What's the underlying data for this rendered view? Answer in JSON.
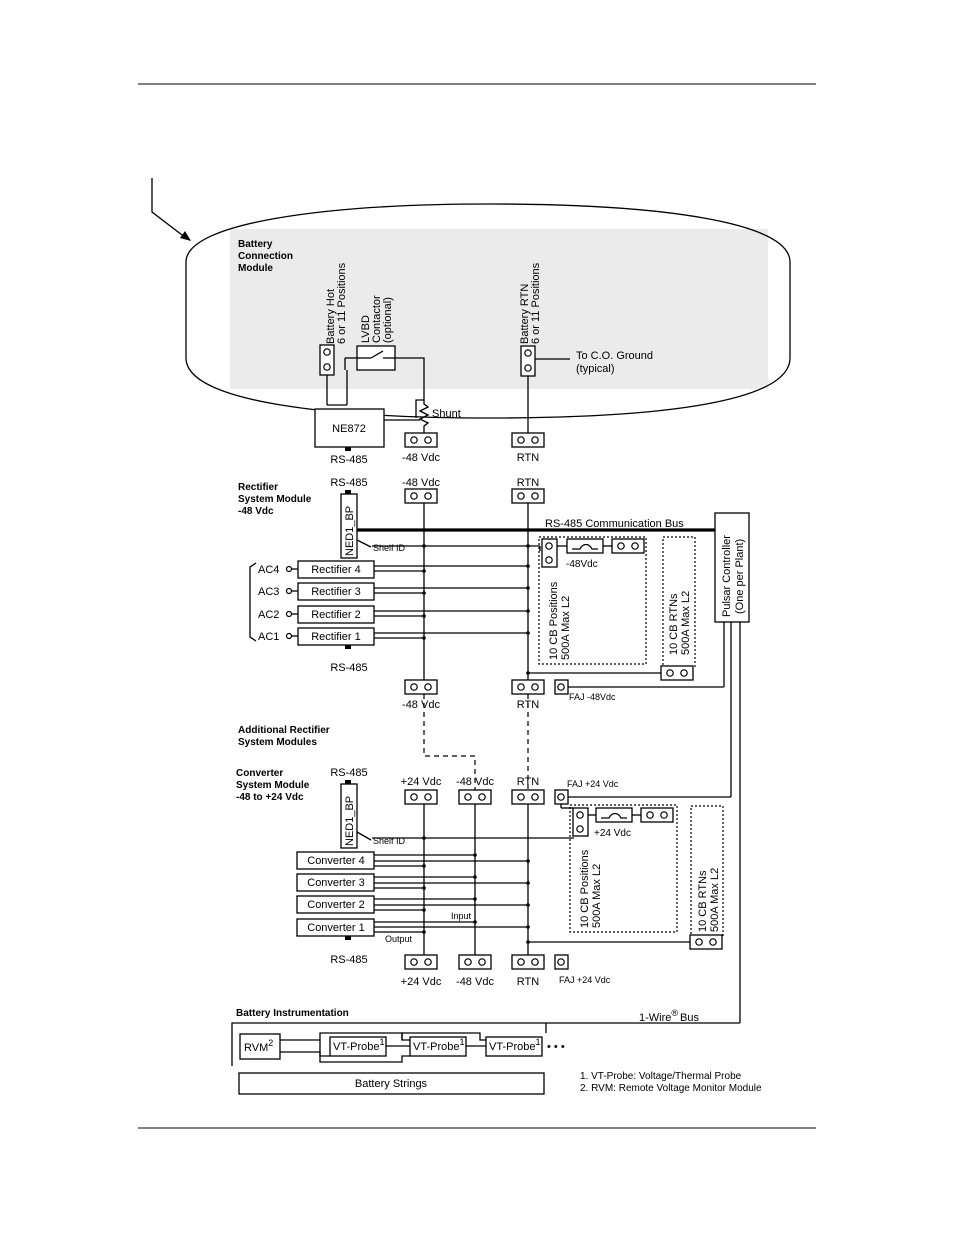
{
  "bcm": {
    "title": [
      "Battery",
      "Connection",
      "Module"
    ],
    "battery_hot": [
      "Battery Hot",
      "6 or 11 Positions"
    ],
    "lvbd": [
      "LVBD",
      "Contactor",
      "(optional)"
    ],
    "battery_rtn": [
      "Battery RTN",
      "6 or 11 Positions"
    ],
    "co_ground": [
      "To C.O. Ground",
      "(typical)"
    ],
    "ne872": "NE872",
    "shunt": "Shunt",
    "rs485": "RS-485",
    "neg48": "-48 Vdc",
    "rtn": "RTN"
  },
  "rsm": {
    "title": [
      "Rectifier",
      "System Module",
      "-48 Vdc"
    ],
    "rs485_top": "RS-485",
    "neg48_top": "-48 Vdc",
    "rtn_top": "RTN",
    "ned": "NED1_BP",
    "shelf_id": "Shelf ID",
    "bus": "RS-485 Communication Bus",
    "ac_labels": [
      "AC4",
      "AC3",
      "AC2",
      "AC1"
    ],
    "rectifiers": [
      "Rectifier 4",
      "Rectifier 3",
      "Rectifier 2",
      "Rectifier 1"
    ],
    "rs485_bottom": "RS-485",
    "cb_voltage": "-48Vdc",
    "cb_positions": [
      "10 CB Positions",
      "500A Max L2"
    ],
    "cb_rtns": [
      "10 CB RTNs",
      "500A Max L2"
    ],
    "neg48_bottom": "-48 Vdc",
    "rtn_bottom": "RTN",
    "faj": "FAJ -48Vdc"
  },
  "pulsar": [
    "Pulsar Controller",
    "(One per Plant)"
  ],
  "additional": [
    "Additional Rectifier",
    "System Modules"
  ],
  "csm": {
    "title": [
      "Converter",
      "System Module",
      "-48 to +24 Vdc"
    ],
    "rs485_top": "RS-485",
    "pos24_top": "+24 Vdc",
    "neg48_top": "-48 Vdc",
    "rtn_top": "RTN",
    "faj_top": "FAJ +24 Vdc",
    "ned": "NED1_BP",
    "shelf_id": "Shelf ID",
    "converters": [
      "Converter 4",
      "Converter 3",
      "Converter 2",
      "Converter 1"
    ],
    "input": "Input",
    "output": "Output",
    "cb_voltage": "+24 Vdc",
    "cb_positions": [
      "10 CB Positions",
      "500A Max L2"
    ],
    "cb_rtns": [
      "10 CB RTNs",
      "500A Max L2"
    ],
    "rs485_bottom": "RS-485",
    "pos24_bottom": "+24 Vdc",
    "neg48_bottom": "-48 Vdc",
    "rtn_bottom": "RTN",
    "faj_bottom": "FAJ +24 Vdc"
  },
  "instr": {
    "title": "Battery Instrumentation",
    "one_wire": "1-Wire",
    "one_wire_sup": "®",
    "bus": "Bus",
    "rvm": "RVM",
    "rvm_sup": "2",
    "probe": "VT-Probe",
    "probe_sup": "1",
    "ellipsis": "• • •",
    "strings": "Battery Strings",
    "notes": [
      "1.  VT-Probe: Voltage/Thermal Probe",
      "2.  RVM: Remote Voltage Monitor Module"
    ]
  }
}
